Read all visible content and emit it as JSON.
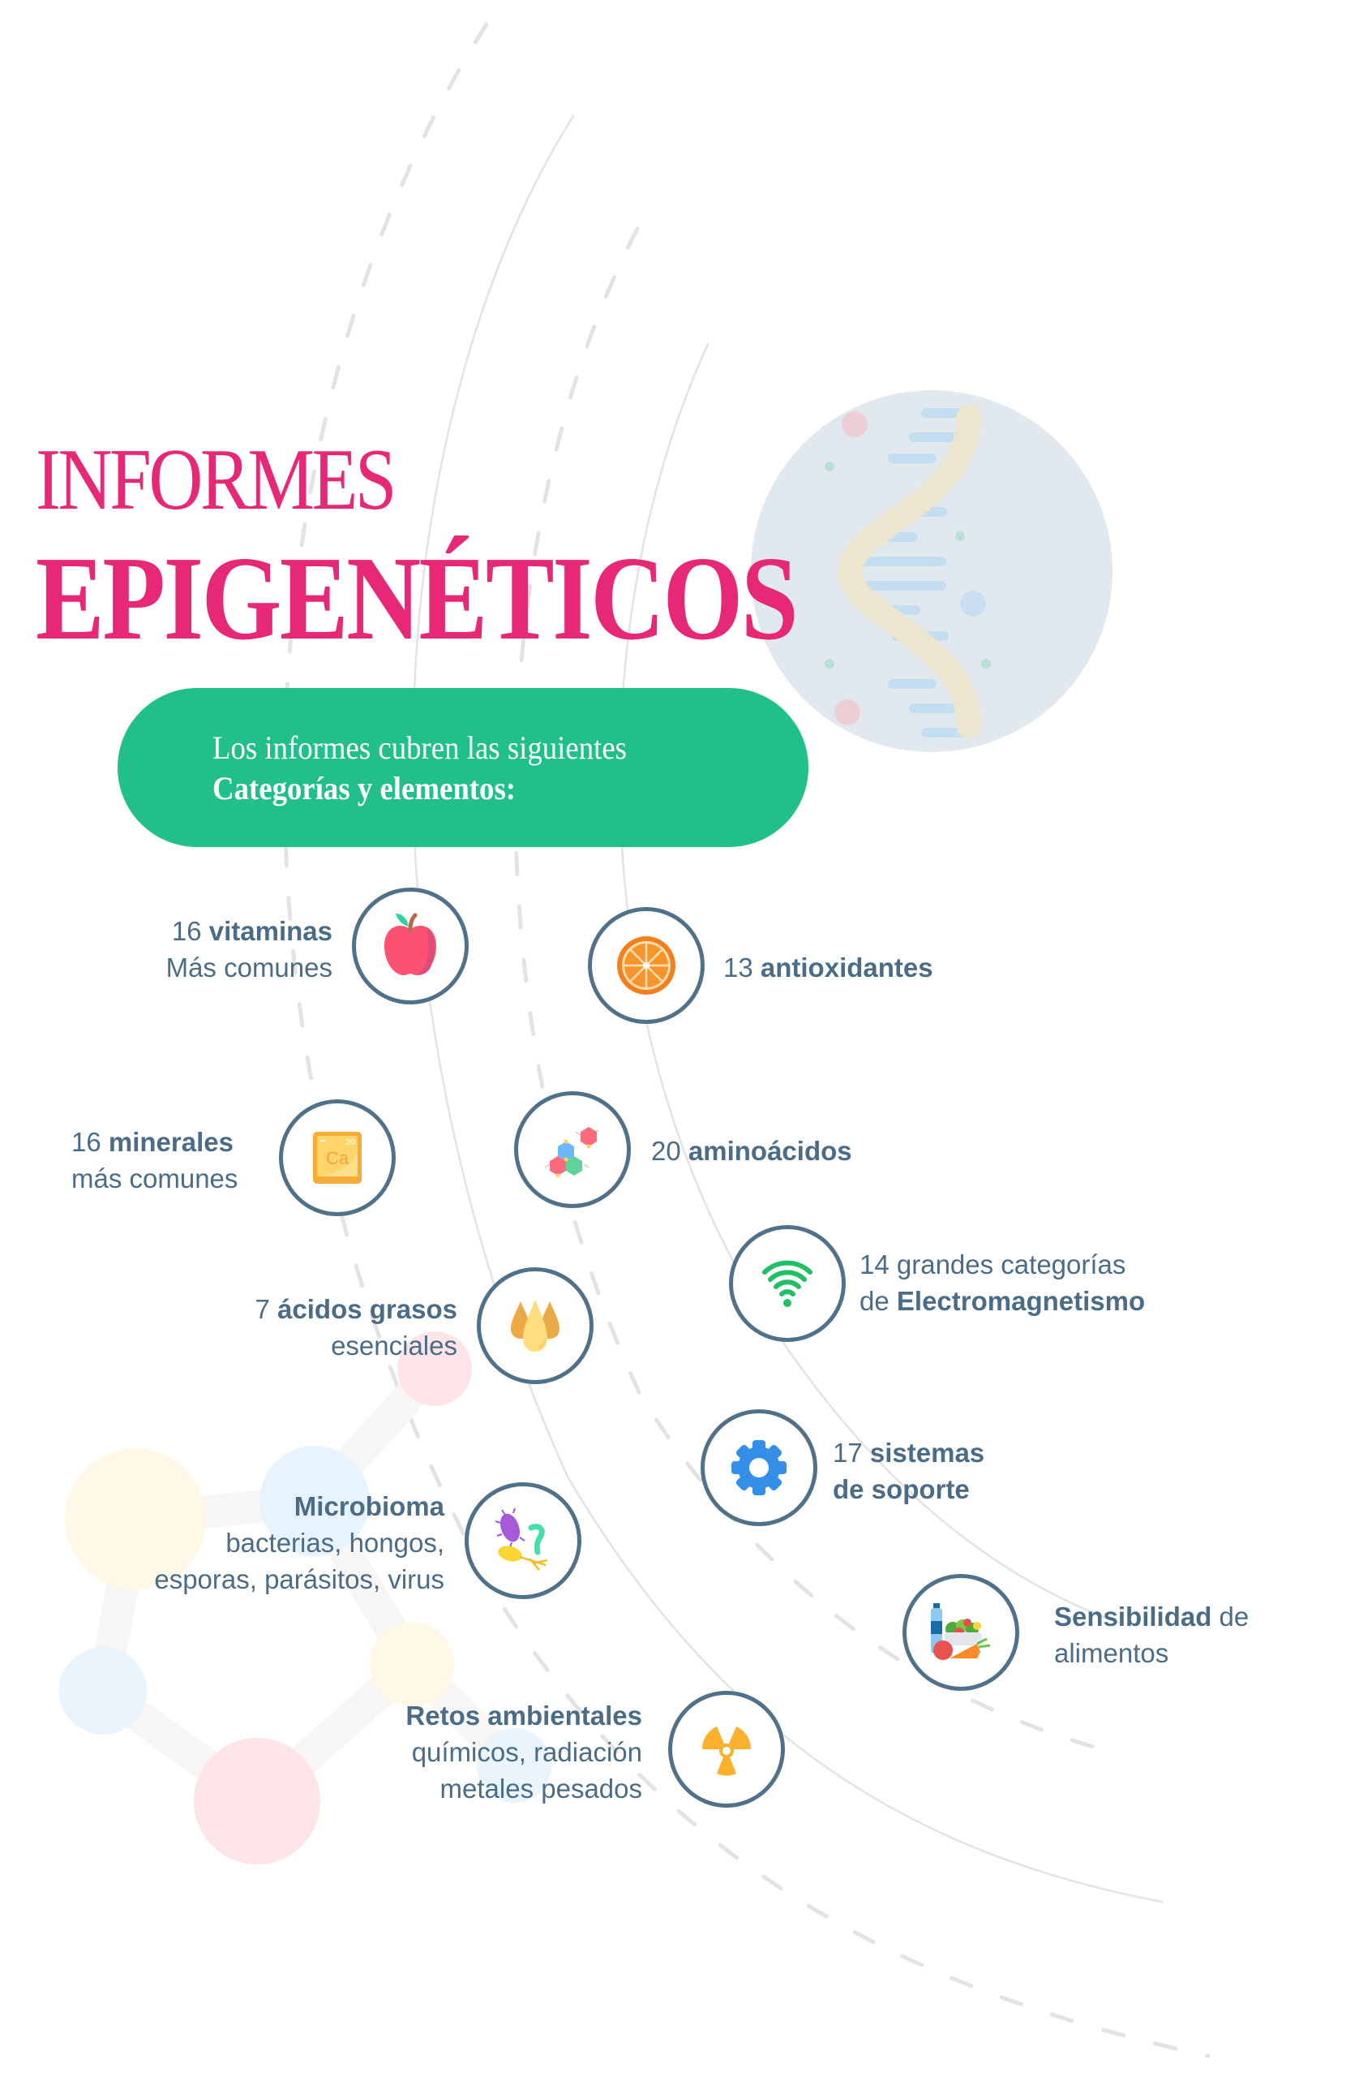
{
  "title": {
    "line1": "INFORMES",
    "line2": "EPIGENÉTICOS"
  },
  "intro": {
    "line1": "Los informes cubren las siguientes",
    "line2": "Categorías y elementos:"
  },
  "colors": {
    "title": "#e62876",
    "pill": "#21c08b",
    "text": "#4b6c86",
    "ring": "#4f7189"
  },
  "categories": [
    {
      "icon": "apple-icon",
      "count": "16",
      "bold": "vitaminas",
      "sub": "Más comunes"
    },
    {
      "icon": "orange-slice-icon",
      "count": "13",
      "bold": "antioxidantes"
    },
    {
      "icon": "calcium-element-icon",
      "count": "16",
      "bold": "minerales",
      "sub": "más comunes"
    },
    {
      "icon": "molecule-icon",
      "count": "20",
      "bold": "aminoácidos"
    },
    {
      "icon": "wifi-signal-icon",
      "pre": "14 grandes categorías",
      "de": "de",
      "bold": "Electromagnetismo"
    },
    {
      "icon": "oil-drops-icon",
      "count": "7",
      "bold": "ácidos grasos",
      "sub": "esenciales"
    },
    {
      "icon": "gear-icon",
      "count": "17",
      "bold": "sistemas",
      "bold2": "de soporte"
    },
    {
      "icon": "microbes-icon",
      "bold": "Microbioma",
      "sub": "bacterias, hongos,",
      "sub2": "esporas, parásitos, virus"
    },
    {
      "icon": "food-basket-icon",
      "bold": "Sensibilidad",
      "after": "de",
      "sub": "alimentos"
    },
    {
      "icon": "radiation-icon",
      "bold": "Retos ambientales",
      "sub": "químicos, radiación",
      "sub2": "metales pesados"
    }
  ]
}
